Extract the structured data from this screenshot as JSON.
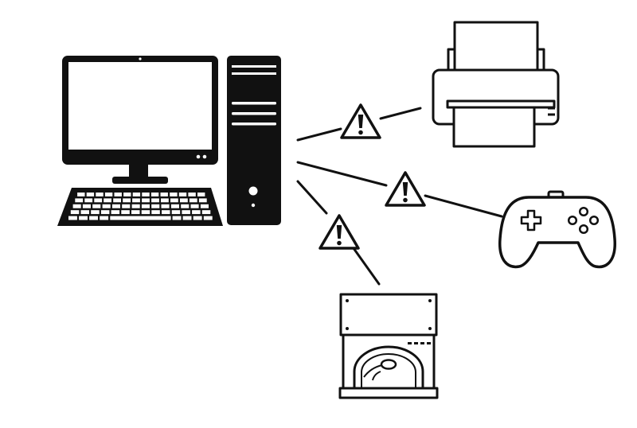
{
  "colors": {
    "ink": "#111111",
    "paper": "#ffffff",
    "background": "#ffffff"
  },
  "devices": [
    {
      "id": "computer",
      "icon": "desktop-computer-icon"
    },
    {
      "id": "printer",
      "icon": "printer-icon"
    },
    {
      "id": "gamepad",
      "icon": "gamepad-icon"
    },
    {
      "id": "optical-drive",
      "icon": "optical-drive-icon"
    }
  ],
  "connections": [
    {
      "from": "computer",
      "to": "printer",
      "status": "warning",
      "icon": "warning-triangle-icon"
    },
    {
      "from": "computer",
      "to": "gamepad",
      "status": "warning",
      "icon": "warning-triangle-icon"
    },
    {
      "from": "computer",
      "to": "optical-drive",
      "status": "warning",
      "icon": "warning-triangle-icon"
    }
  ]
}
